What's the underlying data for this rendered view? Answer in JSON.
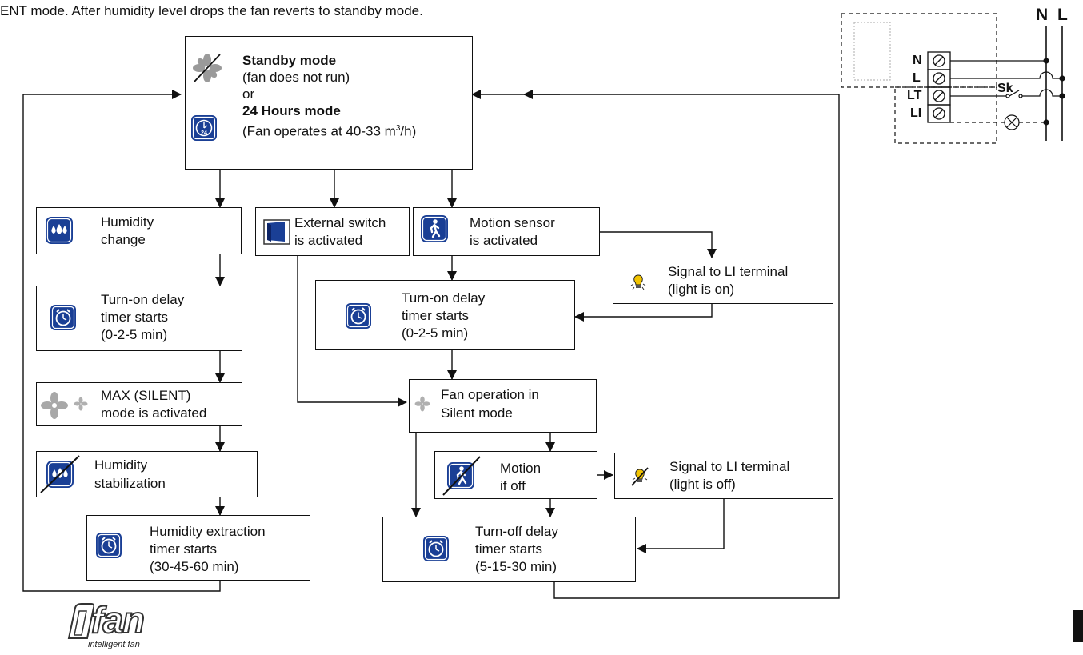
{
  "intro_text": "ENT mode. After humidity level drops the fan reverts to standby mode.",
  "nodes": {
    "standby": {
      "title1": "Standby mode",
      "line1": "(fan does not run)",
      "or": "or",
      "title2": "24 Hours mode",
      "line2": "(Fan operates at 40-33 m",
      "line2_sup": "3",
      "line2_end": "/h)"
    },
    "humidity_change": [
      "Humidity",
      "change"
    ],
    "external_switch": [
      "External switch",
      "is activated"
    ],
    "motion_sensor": [
      "Motion sensor",
      "is activated"
    ],
    "signal_on": [
      "Signal to LI terminal",
      "(light is on)"
    ],
    "turn_on_left": [
      "Turn-on delay",
      "timer starts",
      "(0-2-5 min)"
    ],
    "turn_on_mid": [
      "Turn-on delay",
      "timer starts",
      "(0-2-5 min)"
    ],
    "max_silent": [
      "MAX (SILENT)",
      "mode is activated"
    ],
    "fan_silent": [
      "Fan operation in",
      "Silent mode"
    ],
    "humidity_stab": [
      "Humidity",
      "stabilization"
    ],
    "motion_off": [
      "Motion",
      "if off"
    ],
    "signal_off": [
      "Signal to LI terminal",
      "(light is off)"
    ],
    "extraction": [
      "Humidity extraction",
      "timer starts",
      "(30-45-60 min)"
    ],
    "turn_off": [
      "Turn-off delay",
      "timer starts",
      "(5-15-30 min)"
    ]
  },
  "wiring": {
    "terminals": [
      "N",
      "L",
      "LT",
      "LI"
    ],
    "switch_label": "Sk",
    "rails": [
      "N",
      "L"
    ]
  },
  "icons": {
    "fan": "fan-icon",
    "clock24": "clock-24-icon",
    "humidity": "humidity-drops-icon",
    "switch": "wall-switch-icon",
    "motion": "motion-sensor-icon",
    "bulb": "light-bulb-icon",
    "timer": "alarm-clock-icon"
  },
  "colors": {
    "icon_blue": "#1a3f95",
    "line": "#111111",
    "fan_gray": "#9a9a9a"
  },
  "logo": {
    "brand": "fan",
    "tagline": "intelligent fan"
  }
}
